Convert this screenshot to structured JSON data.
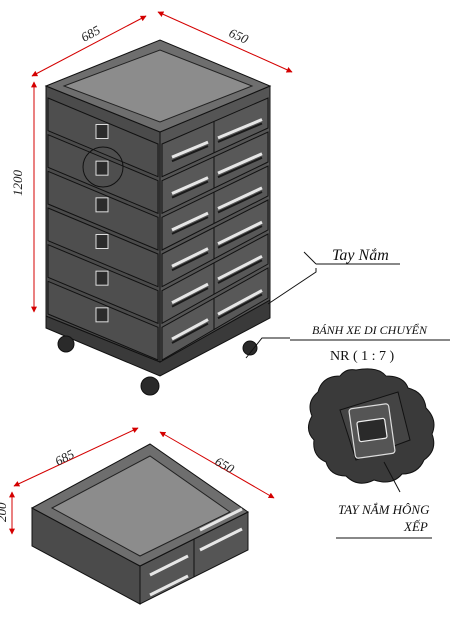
{
  "top_unit": {
    "width_label": "685",
    "depth_label": "650",
    "height_label": "1200",
    "drawer_count": 6
  },
  "bottom_unit": {
    "width_label": "685",
    "depth_label": "650",
    "height_label": "200"
  },
  "callouts": {
    "handle": "Tay Nắm",
    "wheel": "BÁNH XE DI CHUYỂN",
    "detail_scale": "NR ( 1 : 7 )",
    "side_handle_line1": "TAY NẮM HÔNG",
    "side_handle_line2": "XẾP"
  },
  "colors": {
    "body": "#4a4a4a",
    "top_face": "#707070",
    "inner_top": "#8a8a8a",
    "dim_line": "#d40000",
    "line": "#111111"
  }
}
